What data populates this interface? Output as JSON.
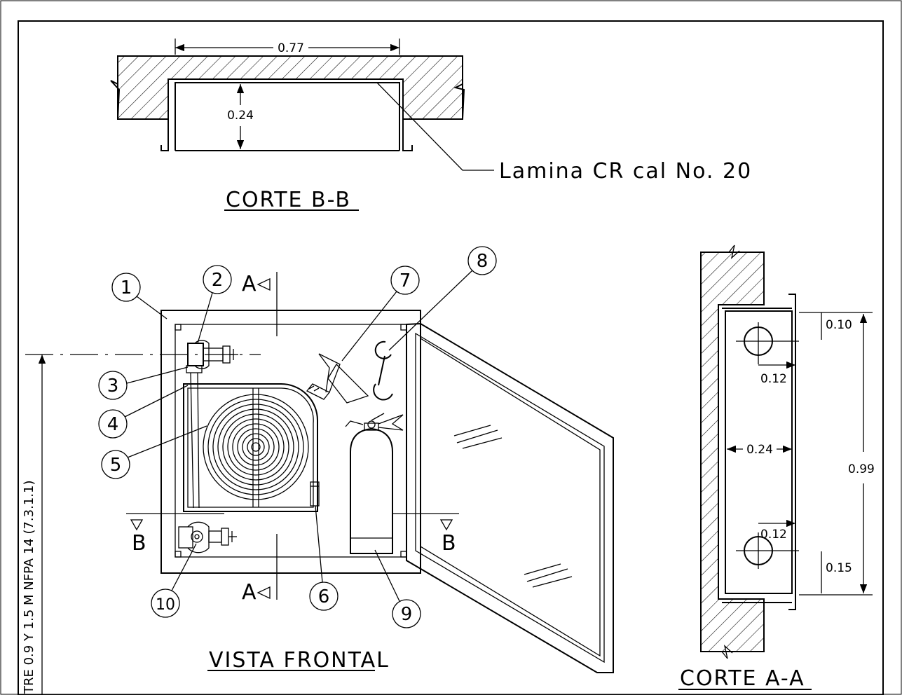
{
  "section_bb": {
    "title": "CORTE B-B",
    "width_dim": "0.77",
    "depth_dim": "0.24",
    "material_note": "Lamina CR cal No. 20"
  },
  "front_view": {
    "title": "VISTA FRONTAL",
    "section_marker_a": "A",
    "section_marker_b": "B",
    "callouts": [
      "1",
      "2",
      "3",
      "4",
      "5",
      "6",
      "7",
      "8",
      "9",
      "10"
    ]
  },
  "section_aa": {
    "title": "CORTE A-A",
    "dim_top": "0.10",
    "dim_hole_top": "0.12",
    "dim_depth": "0.24",
    "dim_total_height": "0.99",
    "dim_hole_bottom": "0.12",
    "dim_bottom": "0.15"
  },
  "side_note": "TRE 0.9 Y 1.5 M NFPA 14 (7.3.1.1)"
}
